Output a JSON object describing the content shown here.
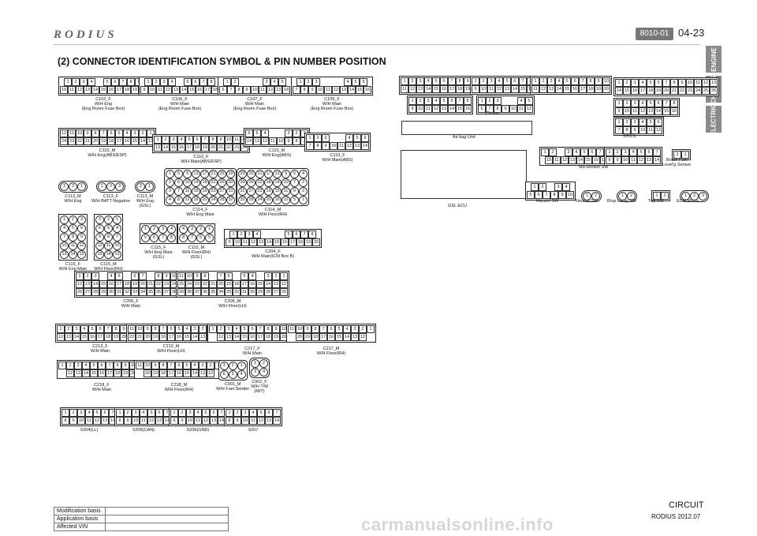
{
  "header": {
    "brand": "RODIUS",
    "section_code": "8010-01",
    "page_number": "04-23",
    "title": "(2) CONNECTOR IDENTIFICATION SYMBOL & PIN NUMBER POSITION"
  },
  "side_tabs": [
    "ENGINE",
    "CHASSIS",
    "ELECTRIC"
  ],
  "connectors": {
    "c102f": {
      "name": "C102_F",
      "line2": "W/H Eng",
      "line3": "(Eng Room Fuse Box)"
    },
    "c106f": {
      "name": "C106_F",
      "line2": "W/H Main",
      "line3": "(Eng Room Fuse Box)"
    },
    "c107f": {
      "name": "C107_F",
      "line2": "W/H Main",
      "line3": "(Eng Room Fuse Box)"
    },
    "c109f": {
      "name": "C109_F",
      "line2": "W/H Main",
      "line3": "(Eng Room Fuse Box)"
    },
    "c110m_a": {
      "name": "C110_M",
      "line2": "W/H Eng(ABS/ESP)"
    },
    "c110f_a": {
      "name": "C110_F",
      "line2": "W/H Main(ABS/ESP)"
    },
    "c110m_b": {
      "name": "C110_M",
      "line2": "W/H Eng(ABS)"
    },
    "c110f_b": {
      "name": "C110_F",
      "line2": "W/H Main(ABS)"
    },
    "c113m_a": {
      "name": "C113_M",
      "line2": "W/H Eng"
    },
    "c113f": {
      "name": "C113_F",
      "line2": "W/H BATT Negative"
    },
    "c113m_b": {
      "name": "C113_M",
      "line2": "W/H Eng",
      "line3": "(GSL)"
    },
    "c114f": {
      "name": "C114_F",
      "line2": "W/H Eng Main"
    },
    "c114m": {
      "name": "C114_M",
      "line2": "W/H Floor(RH)"
    },
    "c115f_a": {
      "name": "C115_F",
      "line2": "W/H Eng Main"
    },
    "c115m_a": {
      "name": "C115_M",
      "line2": "W/H Floor(RH)"
    },
    "c115f_b": {
      "name": "C115_F",
      "line2": "W/H Eng Main",
      "line3": "(GSL)"
    },
    "c115m_b": {
      "name": "C115_M",
      "line2": "W/H Floor(RH)",
      "line3": "(GSL)"
    },
    "c204f": {
      "name": "C204_F",
      "line2": "W/H Main(ICM Box B)"
    },
    "c205f": {
      "name": "C205_F",
      "line2": "W/H Main"
    },
    "c205m": {
      "name": "C205_M",
      "line2": "W/H Floor(LH)"
    },
    "c213f": {
      "name": "C213_F",
      "line2": "W/H Main"
    },
    "c213m": {
      "name": "C213_M",
      "line2": "W/H Floor(LH)"
    },
    "c217f": {
      "name": "C217_F",
      "line2": "W/H Main"
    },
    "c217m": {
      "name": "C217_M",
      "line2": "W/H Floor(RH)"
    },
    "c218f": {
      "name": "C218_F",
      "line2": "W/H Main"
    },
    "c218m": {
      "name": "C218_M",
      "line2": "W/H Floor(RH)"
    },
    "c901m": {
      "name": "C901_M",
      "line2": "W/H Fuel Sender"
    },
    "c902f": {
      "name": "C902_F",
      "line2": "W/H T/M",
      "line3": "(M/T)"
    },
    "s204": {
      "name": "S204(LL)"
    },
    "s205": {
      "name": "S205(CAN)"
    },
    "s206": {
      "name": "S206(GND)"
    },
    "s207": {
      "name": "S207"
    }
  },
  "right_components": {
    "air_bag_unit": "Air bag Unit",
    "cluster": "Cluster",
    "stics": "STICS",
    "mfunction_sw": "M/Function SW",
    "brake_fuel": "Brake Fuel",
    "brake_fuel2": "Level'g Sensor",
    "gsl_ecu": "GSL ECU",
    "hazard_sw": "Hazard SW",
    "neutral_sw": "Neutral SW",
    "brup_lamp_sw": "B/up Lamp SW",
    "trip_sw": "Trip SW",
    "ecm_mirror": "ECM Mirror"
  },
  "footer": {
    "rows": [
      "Modification basis",
      "Application basis",
      "Affected VIN"
    ],
    "circuit": "CIRCUIT",
    "date": "RODIUS 2012.07",
    "watermark": "carmanualsonline.info"
  }
}
